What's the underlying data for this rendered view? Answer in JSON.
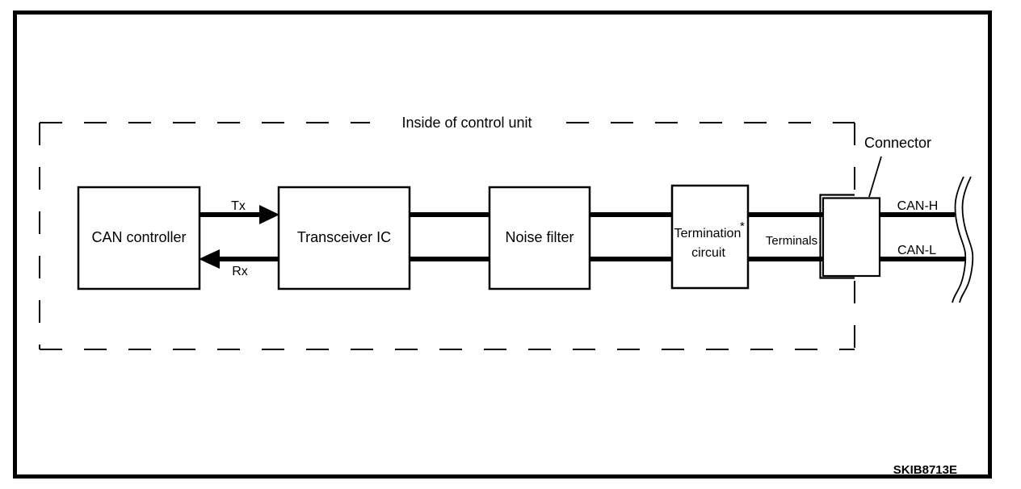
{
  "diagram": {
    "boundary_label": "Inside of control unit",
    "figure_code": "SKIB8713E",
    "blocks": {
      "can_controller": "CAN controller",
      "transceiver": "Transceiver IC",
      "noise_filter": "Noise filter",
      "termination_line1": "Termination",
      "termination_asterisk": "*",
      "termination_line2": "circuit"
    },
    "signals": {
      "tx": "Tx",
      "rx": "Rx"
    },
    "labels": {
      "terminals": "Terminals",
      "connector": "Connector",
      "can_h": "CAN-H",
      "can_l": "CAN-L"
    },
    "colors": {
      "line": "#000000",
      "background": "#ffffff"
    }
  }
}
